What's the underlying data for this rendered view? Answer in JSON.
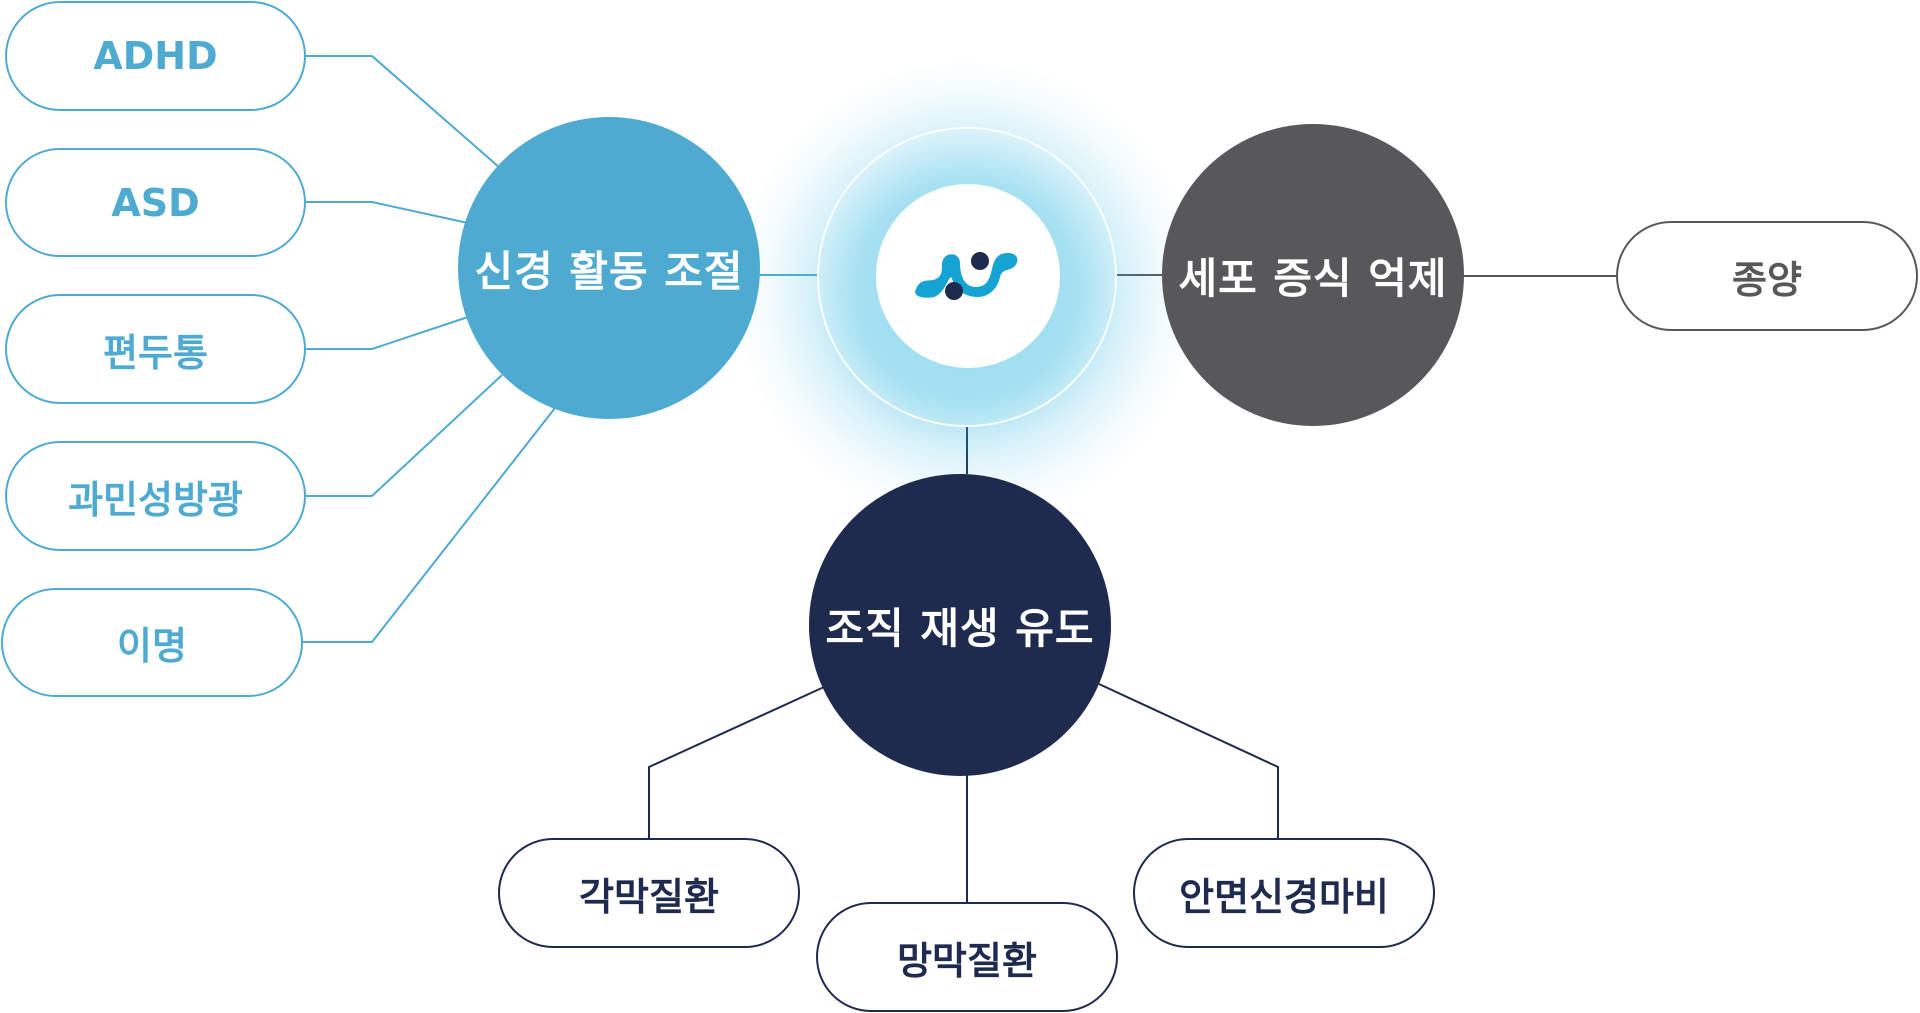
{
  "center": {
    "logo_icon": "network-logo-icon",
    "colors": {
      "glow": "#3abce2",
      "logo_cyan": "#15a3d3",
      "logo_navy": "#1f2a4f"
    }
  },
  "hubs": {
    "neural": {
      "label": "신경 활동 조절",
      "color": "#4eaad1"
    },
    "cell": {
      "label": "세포 증식 억제",
      "color": "#58575a"
    },
    "tissue": {
      "label": "조직 재생 유도",
      "color": "#1f2a4f"
    }
  },
  "neural_targets": [
    "ADHD",
    "ASD",
    "편두통",
    "과민성방광",
    "이명"
  ],
  "cell_targets": [
    "종양"
  ],
  "tissue_targets": [
    "각막질환",
    "망막질환",
    "안면신경마비"
  ]
}
